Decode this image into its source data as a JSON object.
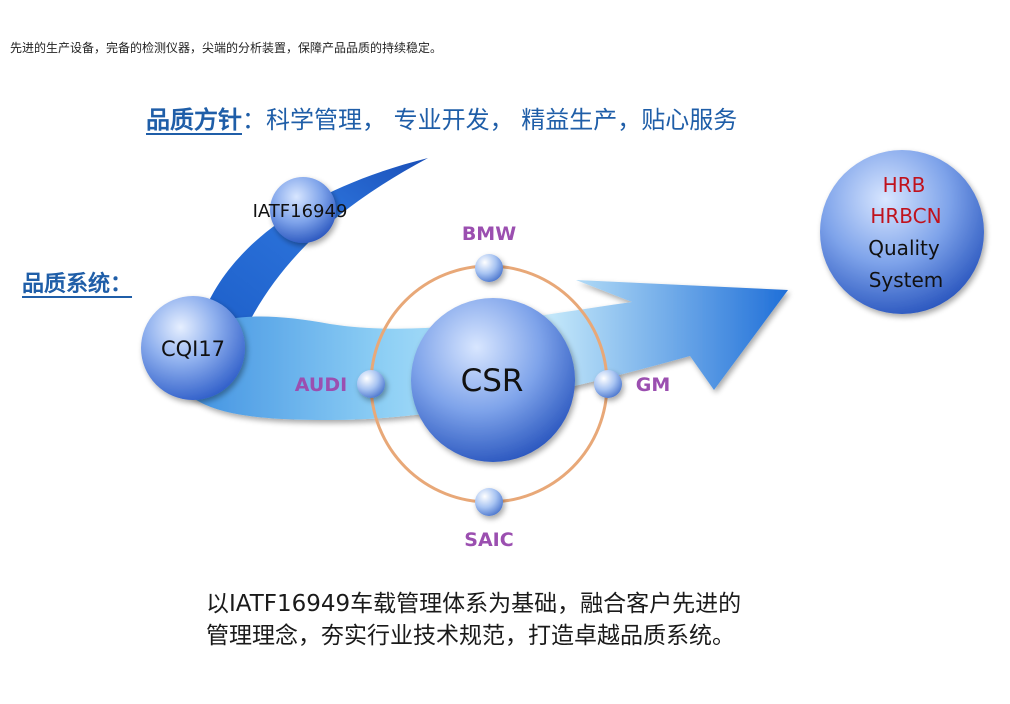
{
  "intro_text": "先进的生产设备，完备的检测仪器，尖端的分析装置，保障产品品质的持续稳定。",
  "policy": {
    "title": "品质方针",
    "separator": "：",
    "content": "科学管理，  专业开发，  精益生产，贴心服务"
  },
  "system_label": "品质系统：",
  "nodes": {
    "iatf": "IATF16949",
    "cqi": "CQI17",
    "csr": "CSR",
    "bmw": "BMW",
    "audi": "AUDI",
    "gm": "GM",
    "saic": "SAIC"
  },
  "hrb_sphere": {
    "line1": "HRB",
    "line2": "HRBCN",
    "line3": "Quality",
    "line4": "System"
  },
  "footer": {
    "line1": "以IATF16949车载管理体系为基础，融合客户先进的",
    "line2": "管理理念，夯实行业技术规范，打造卓越品质系统。"
  },
  "colors": {
    "brand_blue": "#1f5ea8",
    "oem_purple": "#9b4fb0",
    "hrb_red": "#c0121d",
    "orbit_orange": "#e8a878"
  }
}
